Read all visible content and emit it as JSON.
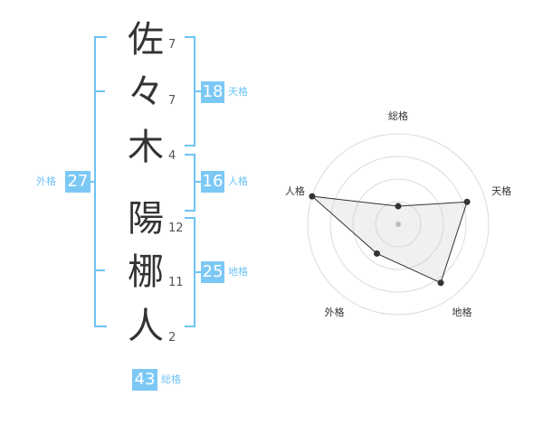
{
  "name": {
    "characters": [
      {
        "char": "佐",
        "strokes": "7"
      },
      {
        "char": "々",
        "strokes": "7"
      },
      {
        "char": "木",
        "strokes": "4"
      },
      {
        "char": "陽",
        "strokes": "12"
      },
      {
        "char": "梛",
        "strokes": "11"
      },
      {
        "char": "人",
        "strokes": "2"
      }
    ]
  },
  "fortunes": {
    "tenkaku": {
      "value": "18",
      "label": "天格"
    },
    "jinkaku": {
      "value": "16",
      "label": "人格"
    },
    "chikaku": {
      "value": "25",
      "label": "地格"
    },
    "gaikaku": {
      "value": "27",
      "label": "外格"
    },
    "soukaku": {
      "value": "43",
      "label": "総格"
    }
  },
  "colors": {
    "accent": "#6ec3f4",
    "badge": "#7cc8f5"
  },
  "chart_data": {
    "type": "radar",
    "axes": [
      "総格",
      "天格",
      "地格",
      "外格",
      "人格"
    ],
    "values": [
      1,
      4,
      4,
      2,
      5
    ],
    "scale_max": 5,
    "rings": 4,
    "grid": true
  }
}
